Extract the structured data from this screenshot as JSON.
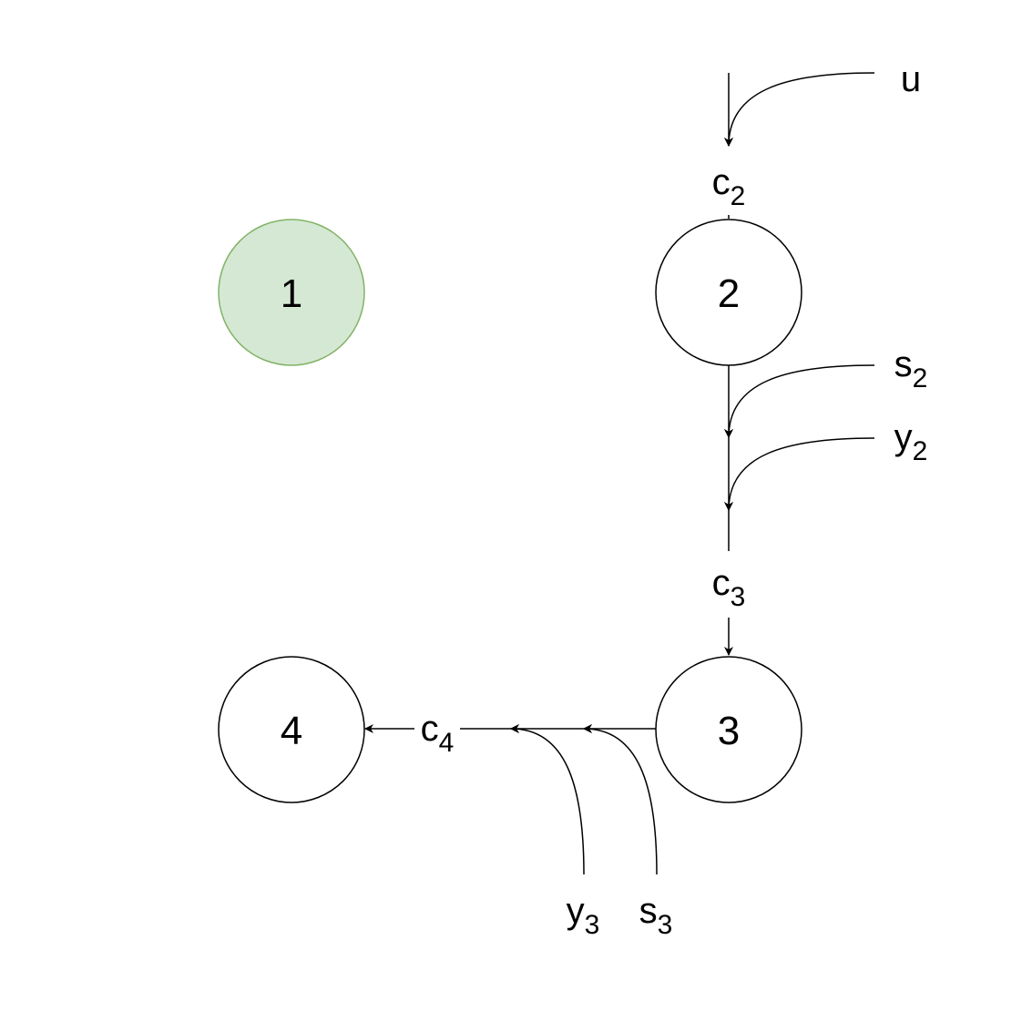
{
  "colors": {
    "stroke": "#000000",
    "node_fill": "#ffffff",
    "highlight_fill": "#d5e8d4",
    "highlight_stroke": "#82b366"
  },
  "nodes": [
    {
      "id": "n1",
      "label": "1",
      "highlighted": true
    },
    {
      "id": "n2",
      "label": "2",
      "highlighted": false
    },
    {
      "id": "n3",
      "label": "3",
      "highlighted": false
    },
    {
      "id": "n4",
      "label": "4",
      "highlighted": false
    }
  ],
  "labels": {
    "u": {
      "base": "u",
      "sub": ""
    },
    "c2": {
      "base": "c",
      "sub": "2"
    },
    "s2": {
      "base": "s",
      "sub": "2"
    },
    "y2": {
      "base": "y",
      "sub": "2"
    },
    "c3": {
      "base": "c",
      "sub": "3"
    },
    "c4": {
      "base": "c",
      "sub": "4"
    },
    "y3": {
      "base": "y",
      "sub": "3"
    },
    "s3": {
      "base": "s",
      "sub": "3"
    }
  }
}
